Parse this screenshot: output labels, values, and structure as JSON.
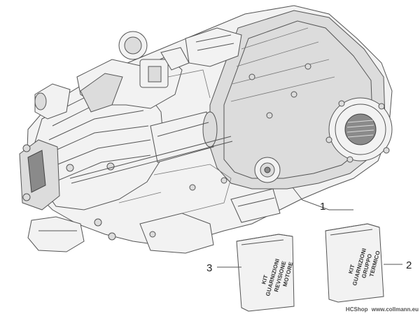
{
  "callouts": [
    {
      "number": "1",
      "label": "engine-assembly"
    },
    {
      "number": "2",
      "label": "gasket-kit-cylinder"
    },
    {
      "number": "3",
      "label": "gasket-kit-engine-overhaul"
    }
  ],
  "bag_right": {
    "lines": [
      "KIT",
      "GUARNIZIONI",
      "GRUPPO",
      "TERMICO"
    ]
  },
  "bag_left": {
    "lines": [
      "KIT",
      "GUARNIZIONI",
      "REVISIONE",
      "MOTORE"
    ]
  },
  "watermark": {
    "brand": "HCShop",
    "site": "www.collmann.eu"
  }
}
